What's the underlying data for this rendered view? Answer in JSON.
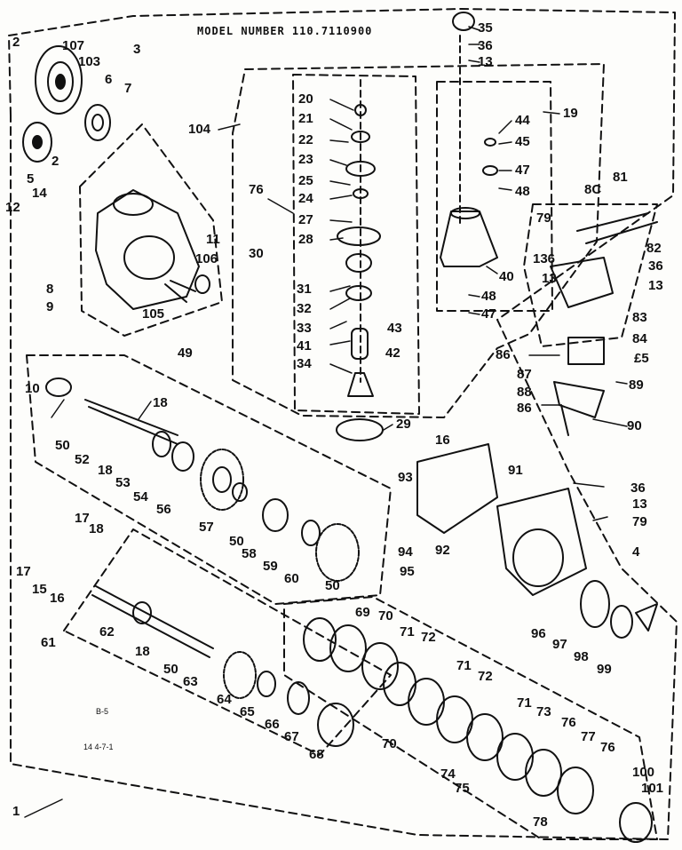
{
  "header": {
    "model_label": "MODEL NUMBER 110.7110900"
  },
  "footer": {
    "page_code": "B-5",
    "date_code": "14 4-7-1"
  },
  "callouts": [
    {
      "id": "c2a",
      "text": "2"
    },
    {
      "id": "c107",
      "text": "107"
    },
    {
      "id": "c3",
      "text": "3"
    },
    {
      "id": "c103",
      "text": "103"
    },
    {
      "id": "c6",
      "text": "6"
    },
    {
      "id": "c7",
      "text": "7"
    },
    {
      "id": "c2b",
      "text": "2"
    },
    {
      "id": "c5",
      "text": "5"
    },
    {
      "id": "c14",
      "text": "14"
    },
    {
      "id": "c12",
      "text": "12"
    },
    {
      "id": "c11",
      "text": "11"
    },
    {
      "id": "c106",
      "text": "106"
    },
    {
      "id": "c105",
      "text": "105"
    },
    {
      "id": "c8",
      "text": "8"
    },
    {
      "id": "c9",
      "text": "9"
    },
    {
      "id": "c104",
      "text": "104"
    },
    {
      "id": "c76a",
      "text": "76"
    },
    {
      "id": "c30",
      "text": "30"
    },
    {
      "id": "c20",
      "text": "20"
    },
    {
      "id": "c21",
      "text": "21"
    },
    {
      "id": "c22",
      "text": "22"
    },
    {
      "id": "c23",
      "text": "23"
    },
    {
      "id": "c25",
      "text": "25"
    },
    {
      "id": "c24",
      "text": "24"
    },
    {
      "id": "c27",
      "text": "27"
    },
    {
      "id": "c28",
      "text": "28"
    },
    {
      "id": "c31",
      "text": "31"
    },
    {
      "id": "c32",
      "text": "32"
    },
    {
      "id": "c33",
      "text": "33"
    },
    {
      "id": "c41",
      "text": "41"
    },
    {
      "id": "c34",
      "text": "34"
    },
    {
      "id": "c43",
      "text": "43"
    },
    {
      "id": "c42",
      "text": "42"
    },
    {
      "id": "c29",
      "text": "29"
    },
    {
      "id": "c35",
      "text": "35"
    },
    {
      "id": "c36a",
      "text": "36"
    },
    {
      "id": "c13a",
      "text": "13"
    },
    {
      "id": "c19",
      "text": "19"
    },
    {
      "id": "c44",
      "text": "44"
    },
    {
      "id": "c45",
      "text": "45"
    },
    {
      "id": "c47a",
      "text": "47"
    },
    {
      "id": "c48a",
      "text": "48"
    },
    {
      "id": "c40",
      "text": "40"
    },
    {
      "id": "c48b",
      "text": "48"
    },
    {
      "id": "c47b",
      "text": "47"
    },
    {
      "id": "c81",
      "text": "81"
    },
    {
      "id": "c80",
      "text": "8C"
    },
    {
      "id": "c79a",
      "text": "79"
    },
    {
      "id": "c82",
      "text": "82"
    },
    {
      "id": "c136",
      "text": "136"
    },
    {
      "id": "c36b",
      "text": "36"
    },
    {
      "id": "c13b",
      "text": "13"
    },
    {
      "id": "c13c",
      "text": "13"
    },
    {
      "id": "c83",
      "text": "83"
    },
    {
      "id": "c84",
      "text": "84"
    },
    {
      "id": "c85",
      "text": "£5"
    },
    {
      "id": "c86a",
      "text": "86"
    },
    {
      "id": "c87",
      "text": "87"
    },
    {
      "id": "c88",
      "text": "88"
    },
    {
      "id": "c86b",
      "text": "86"
    },
    {
      "id": "c89",
      "text": "89"
    },
    {
      "id": "c90",
      "text": "90"
    },
    {
      "id": "c49",
      "text": "49"
    },
    {
      "id": "c10",
      "text": "10"
    },
    {
      "id": "c18a",
      "text": "18"
    },
    {
      "id": "c50a",
      "text": "50"
    },
    {
      "id": "c52",
      "text": "52"
    },
    {
      "id": "c18b",
      "text": "18"
    },
    {
      "id": "c53",
      "text": "53"
    },
    {
      "id": "c54",
      "text": "54"
    },
    {
      "id": "c56",
      "text": "56"
    },
    {
      "id": "c57",
      "text": "57"
    },
    {
      "id": "c50b",
      "text": "50"
    },
    {
      "id": "c58",
      "text": "58"
    },
    {
      "id": "c59",
      "text": "59"
    },
    {
      "id": "c60",
      "text": "60"
    },
    {
      "id": "c50c",
      "text": "50"
    },
    {
      "id": "c16a",
      "text": "16"
    },
    {
      "id": "c93",
      "text": "93"
    },
    {
      "id": "c91",
      "text": "91"
    },
    {
      "id": "c36c",
      "text": "36"
    },
    {
      "id": "c13d",
      "text": "13"
    },
    {
      "id": "c79b",
      "text": "79"
    },
    {
      "id": "c94",
      "text": "94"
    },
    {
      "id": "c92",
      "text": "92"
    },
    {
      "id": "c95",
      "text": "95"
    },
    {
      "id": "c4",
      "text": "4"
    },
    {
      "id": "c96",
      "text": "96"
    },
    {
      "id": "c97",
      "text": "97"
    },
    {
      "id": "c98",
      "text": "98"
    },
    {
      "id": "c99",
      "text": "99"
    },
    {
      "id": "c17a",
      "text": "17"
    },
    {
      "id": "c18c",
      "text": "18"
    },
    {
      "id": "c17b",
      "text": "17"
    },
    {
      "id": "c15",
      "text": "15"
    },
    {
      "id": "c16b",
      "text": "16"
    },
    {
      "id": "c61",
      "text": "61"
    },
    {
      "id": "c62",
      "text": "62"
    },
    {
      "id": "c18d",
      "text": "18"
    },
    {
      "id": "c50d",
      "text": "50"
    },
    {
      "id": "c63",
      "text": "63"
    },
    {
      "id": "c64",
      "text": "64"
    },
    {
      "id": "c65",
      "text": "65"
    },
    {
      "id": "c66",
      "text": "66"
    },
    {
      "id": "c67",
      "text": "67"
    },
    {
      "id": "c68",
      "text": "68"
    },
    {
      "id": "c69",
      "text": "69"
    },
    {
      "id": "c70a",
      "text": "70"
    },
    {
      "id": "c71a",
      "text": "71"
    },
    {
      "id": "c72a",
      "text": "72"
    },
    {
      "id": "c71b",
      "text": "71"
    },
    {
      "id": "c72b",
      "text": "72"
    },
    {
      "id": "c70b",
      "text": "70"
    },
    {
      "id": "c71c",
      "text": "71"
    },
    {
      "id": "c73",
      "text": "73"
    },
    {
      "id": "c76b",
      "text": "76"
    },
    {
      "id": "c77",
      "text": "77"
    },
    {
      "id": "c76c",
      "text": "76"
    },
    {
      "id": "c74",
      "text": "74"
    },
    {
      "id": "c75",
      "text": "75"
    },
    {
      "id": "c100",
      "text": "100"
    },
    {
      "id": "c101",
      "text": "101"
    },
    {
      "id": "c78",
      "text": "78"
    },
    {
      "id": "c1",
      "text": "1"
    }
  ]
}
